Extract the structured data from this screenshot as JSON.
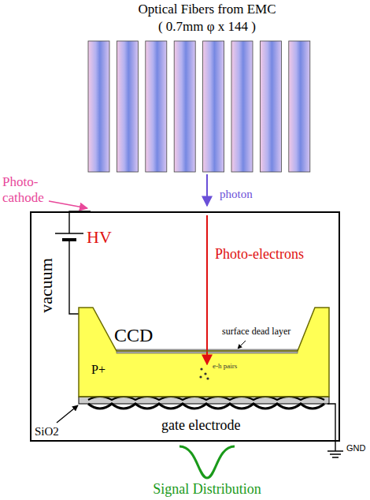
{
  "diagram": {
    "nodes": [
      {
        "text": [
          "vacuum"
        ]
      },
      {
        "text": [
          "CCD",
          "P+",
          "e-h pairs"
        ],
        "in": 0
      }
    ],
    "labels": [
      "Optical Fibers from EMC",
      "( 0.7mm φ x 144 )",
      "Photo- cathode",
      "photon",
      "HV",
      "Photo-electrons",
      "surface dead layer",
      "SiO2",
      "gate electrode",
      "GND",
      "Signal Distribution"
    ]
  }
}
